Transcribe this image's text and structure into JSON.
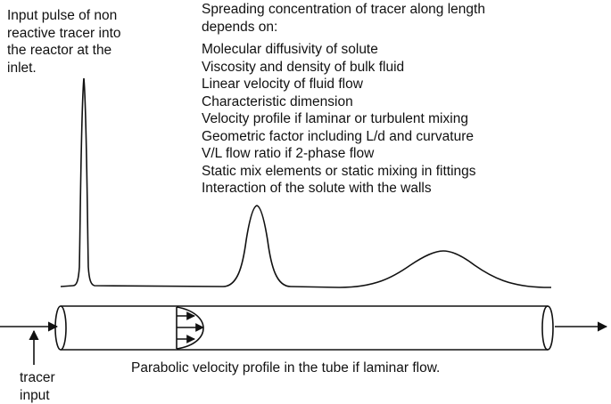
{
  "inlet_note": [
    "Input pulse of non",
    "reactive tracer into",
    "the reactor at the",
    "inlet."
  ],
  "spread_heading": [
    "Spreading concentration of tracer along length",
    "depends on:"
  ],
  "factors": [
    "Molecular diffusivity of solute",
    "Viscosity and density of bulk fluid",
    "Linear velocity of fluid flow",
    "Characteristic dimension",
    "Velocity profile if laminar or turbulent mixing",
    "Geometric factor including L/d and curvature",
    "V/L flow ratio if 2-phase flow",
    "Static mix elements or static mixing in fittings",
    "Interaction of the solute with the walls"
  ],
  "profile_caption": "Parabolic velocity profile in the tube if laminar flow.",
  "tracer_label": [
    "tracer",
    "input"
  ],
  "colors": {
    "line": "#111111",
    "background": "#ffffff"
  }
}
